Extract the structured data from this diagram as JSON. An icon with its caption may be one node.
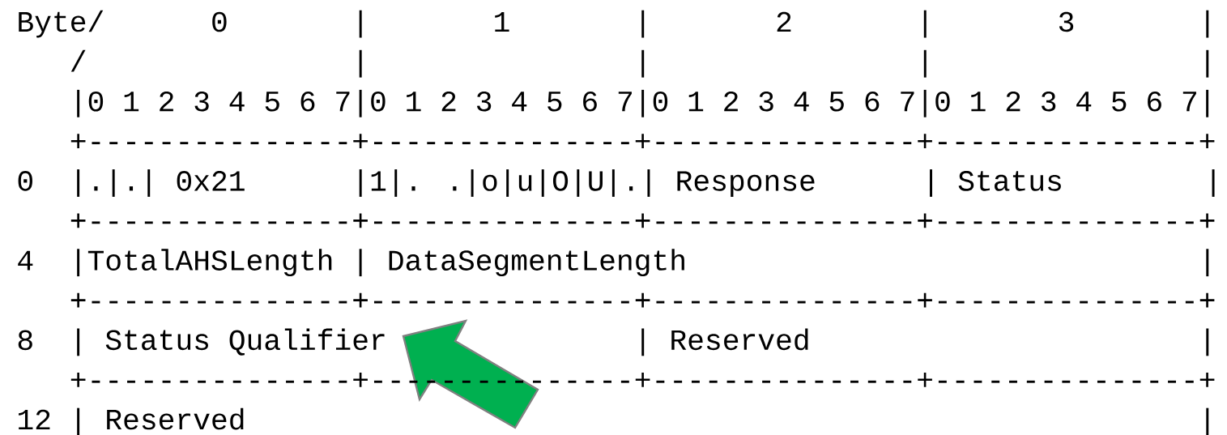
{
  "diagram": {
    "labels": [
      "Byte/      0       |       1       |       2       |       3       |",
      "   /               |               |               |               |",
      "   |0 1 2 3 4 5 6 7|0 1 2 3 4 5 6 7|0 1 2 3 4 5 6 7|0 1 2 3 4 5 6 7|",
      "   +---------------+---------------+---------------+---------------+",
      "0  |.|.| 0x21      |1|. .|o|u|O|U|.| Response      | Status        |",
      "   +---------------+---------------+---------------+---------------+",
      "4  |TotalAHSLength | DataSegmentLength                             |",
      "   +---------------+---------------+---------------+---------------+",
      "8  | Status Qualifier              | Reserved                      |",
      "   +---------------+---------------+---------------+---------------+",
      "12 | Reserved                                                      |"
    ]
  }
}
